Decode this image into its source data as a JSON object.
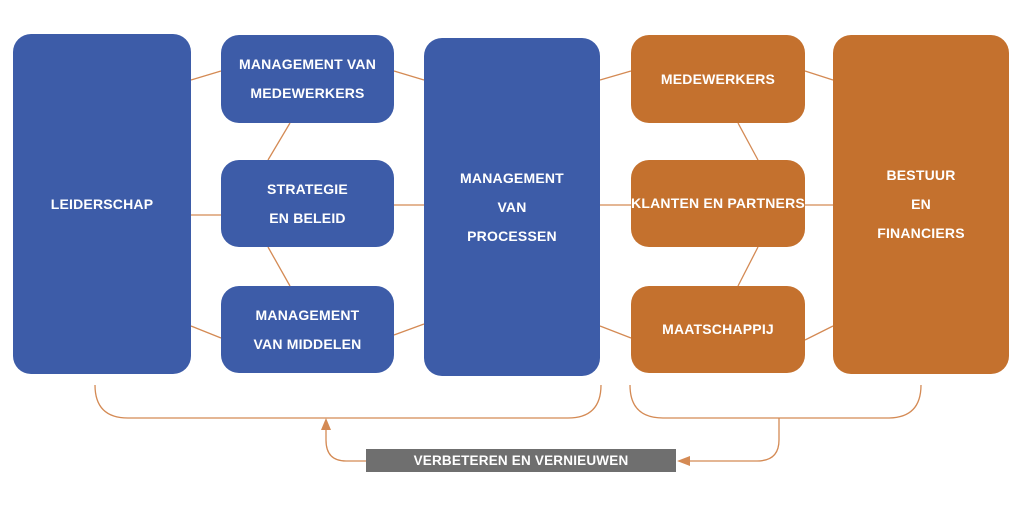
{
  "nodes": {
    "leiderschap": {
      "lines": [
        "LEIDERSCHAP"
      ]
    },
    "management_medewerkers": {
      "lines": [
        "MANAGEMENT VAN",
        "MEDEWERKERS"
      ]
    },
    "strategie_beleid": {
      "lines": [
        "STRATEGIE",
        "EN BELEID"
      ]
    },
    "management_middelen": {
      "lines": [
        "MANAGEMENT",
        "VAN MIDDELEN"
      ]
    },
    "management_processen": {
      "lines": [
        "MANAGEMENT",
        "VAN",
        "PROCESSEN"
      ]
    },
    "medewerkers": {
      "lines": [
        "MEDEWERKERS"
      ]
    },
    "klanten_partners": {
      "lines": [
        "KLANTEN EN PARTNERS"
      ]
    },
    "maatschappij": {
      "lines": [
        "MAATSCHAPPIJ"
      ]
    },
    "bestuur_financiers": {
      "lines": [
        "BESTUUR",
        "EN",
        "FINANCIERS"
      ]
    }
  },
  "feedback": {
    "label": "VERBETEREN EN VERNIEUWEN"
  },
  "colors": {
    "blue": "#3d5ca8",
    "orange": "#c4712e",
    "gray": "#6f6f6f",
    "connector": "#d48a54"
  }
}
